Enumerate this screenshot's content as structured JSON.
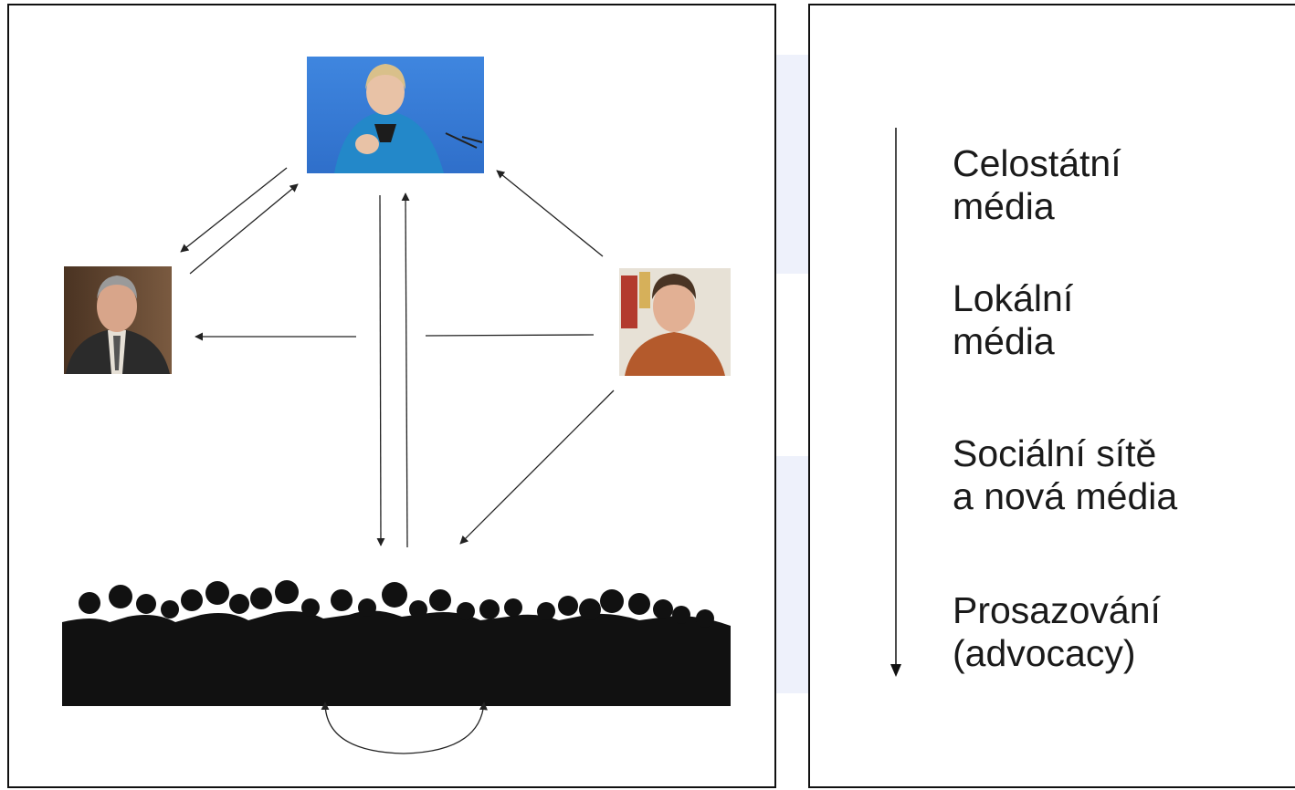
{
  "slide": {
    "accent_color": "#eef1fb",
    "left_panel": {
      "nodes": [
        {
          "id": "politician",
          "icon": "politician-photo"
        },
        {
          "id": "official",
          "icon": "official-photo"
        },
        {
          "id": "advocate",
          "icon": "advocate-photo"
        },
        {
          "id": "public",
          "icon": "crowd-silhouette-icon"
        }
      ]
    },
    "right_panel": {
      "axis_icon": "down-arrow-icon",
      "tiers": [
        {
          "line1": "Celostátní",
          "line2": "média"
        },
        {
          "line1": "Lokální",
          "line2": "média"
        },
        {
          "line1": "Sociální sítě",
          "line2": "a nová média"
        },
        {
          "line1": "Prosazování",
          "line2": "(advocacy)"
        }
      ]
    }
  }
}
